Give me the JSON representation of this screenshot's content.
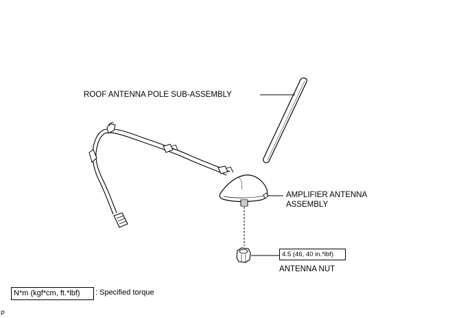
{
  "labels": {
    "roof_antenna_pole": "ROOF ANTENNA POLE SUB-ASSEMBLY",
    "amplifier_line1": "AMPLIFIER ANTENNA",
    "amplifier_line2": "ASSEMBLY",
    "antenna_nut": "ANTENNA NUT"
  },
  "torque": {
    "value": "4.5 (46, 40 in.*lbf)"
  },
  "legend": {
    "unit_box": "N*m (kgf*cm, ft.*lbf)",
    "description": ": Specified torque"
  },
  "corner_code": "P"
}
